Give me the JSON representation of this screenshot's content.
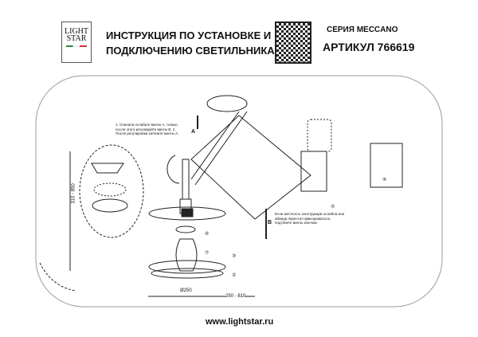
{
  "header": {
    "logo_text": [
      "LIGHT",
      "STAR"
    ],
    "title_line1": "ИНСТРУКЦИЯ ПО УСТАНОВКЕ И",
    "title_line2": "ПОДКЛЮЧЕНИЮ СВЕТИЛЬНИКА",
    "series": "СЕРИЯ MECCANO",
    "article": "АРТИКУЛ 766619"
  },
  "notes": {
    "note_a": "1. Сначала ослабьте винты A, только после этого регулируйте винты B. 2. После регулировки затяните винты A.",
    "label_a": "A",
    "note_b": "Если жесткость конструкции ослабла или абажур перестал фиксироваться, подтяните винты ключом.",
    "label_b": "B"
  },
  "dimensions": {
    "height": "310 - 850",
    "diameter": "Ø250",
    "width": "250 - 810"
  },
  "callouts": [
    "⑥",
    "⑦",
    "③",
    "②",
    "④",
    "⑤"
  ],
  "footer": {
    "url": "www.lightstar.ru"
  }
}
